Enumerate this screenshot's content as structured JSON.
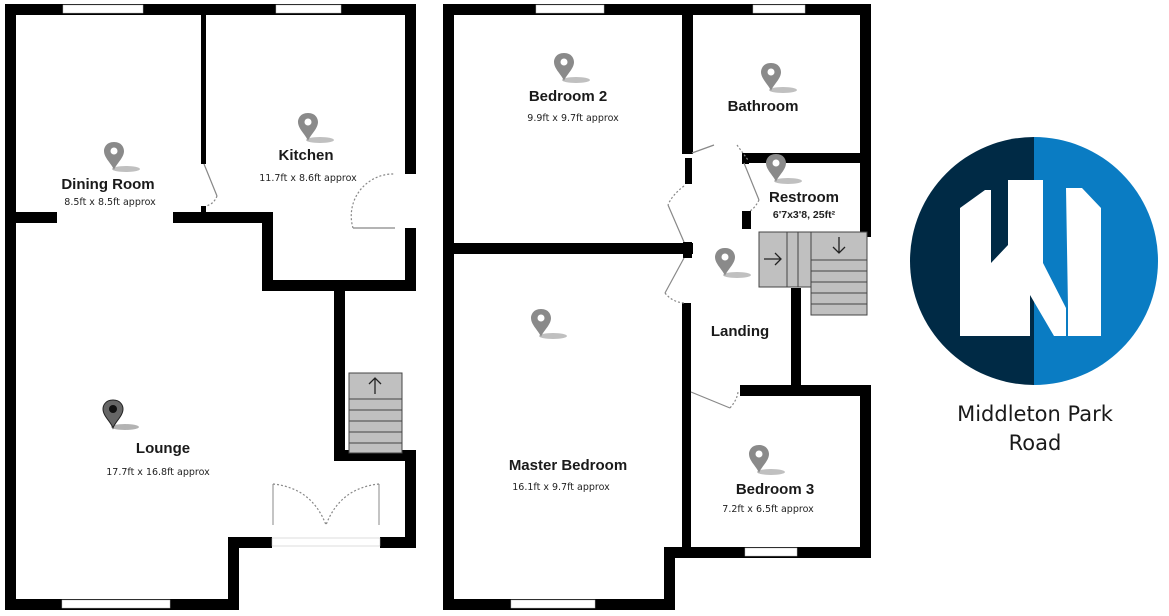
{
  "brand": {
    "name_line1": "Middleton Park",
    "name_line2": "Road",
    "logo_colors": {
      "dark": "#002a45",
      "light": "#0a7cc3",
      "mark": "#ffffff"
    }
  },
  "colors": {
    "wall": "#000000",
    "window": "#ffffff",
    "stairs": "#c0c0c0",
    "pin": "#8a8a8a",
    "door_swing": "#808080"
  },
  "floors": [
    {
      "name": "ground-floor",
      "rooms": [
        {
          "id": "dining-room",
          "label": "Dining Room",
          "dimensions": "8.5ft x 8.5ft approx"
        },
        {
          "id": "kitchen",
          "label": "Kitchen",
          "dimensions": "11.7ft x 8.6ft approx"
        },
        {
          "id": "lounge",
          "label": "Lounge",
          "dimensions": "17.7ft x 16.8ft approx",
          "pin_selected": true
        }
      ],
      "stairs": {
        "direction": "up",
        "arrow": "↑"
      }
    },
    {
      "name": "first-floor",
      "rooms": [
        {
          "id": "bedroom-2",
          "label": "Bedroom 2",
          "dimensions": "9.9ft x 9.7ft approx"
        },
        {
          "id": "bathroom",
          "label": "Bathroom",
          "dimensions": ""
        },
        {
          "id": "restroom",
          "label": "Restroom",
          "dimensions": "6'7x3'8, 25ft²"
        },
        {
          "id": "landing",
          "label": "Landing",
          "dimensions": ""
        },
        {
          "id": "master-bedroom",
          "label": "Master Bedroom",
          "dimensions": "16.1ft x 9.7ft approx"
        },
        {
          "id": "bedroom-3",
          "label": "Bedroom 3",
          "dimensions": "7.2ft x 6.5ft approx"
        }
      ],
      "stairs": {
        "direction": "down",
        "arrow_turn": "→",
        "arrow_down": "↓"
      }
    }
  ]
}
